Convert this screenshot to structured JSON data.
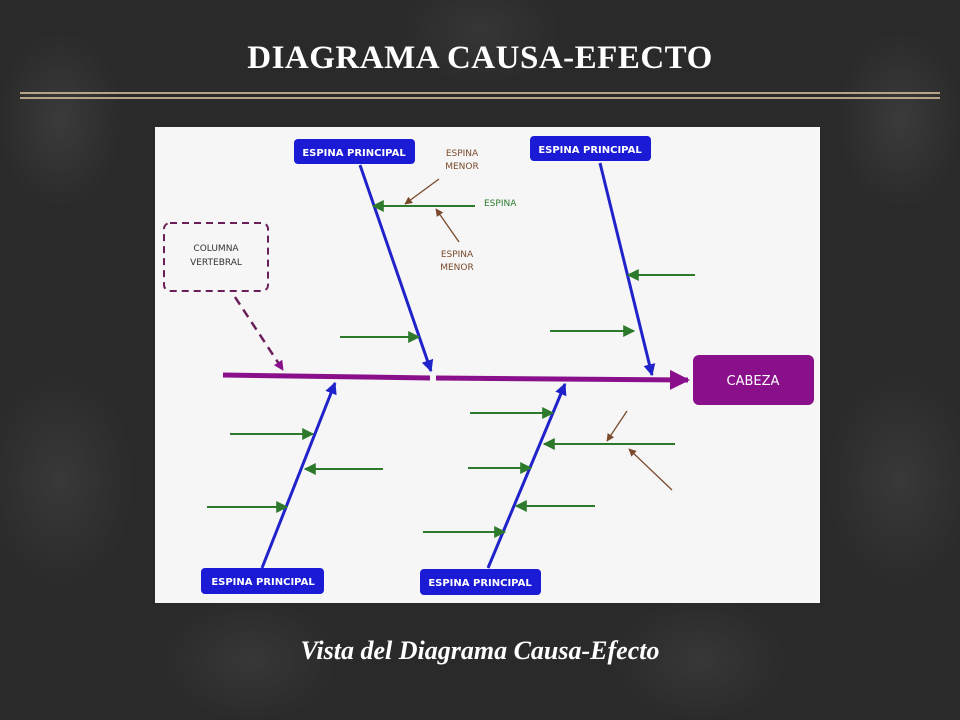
{
  "slide": {
    "title": "DIAGRAMA CAUSA-EFECTO",
    "caption": "Vista del Diagrama Causa-Efecto"
  },
  "diagram": {
    "head_label": "CABEZA",
    "spine_label": [
      "COLUMNA",
      "VERTEBRAL"
    ],
    "main_bone_label": "ESPINA PRINCIPAL",
    "bone_label": "ESPINA",
    "minor_bone_label": [
      "ESPINA",
      "MENOR"
    ],
    "colors": {
      "spine": "#8a0f8a",
      "head_fill": "#8a0f8a",
      "main_bone": "#1f23c9",
      "main_box_fill": "#1b1bd6",
      "bone": "#2d7a2d",
      "minor_bone": "#7a4a2a",
      "dashed_box": "#6b1f5a"
    }
  }
}
